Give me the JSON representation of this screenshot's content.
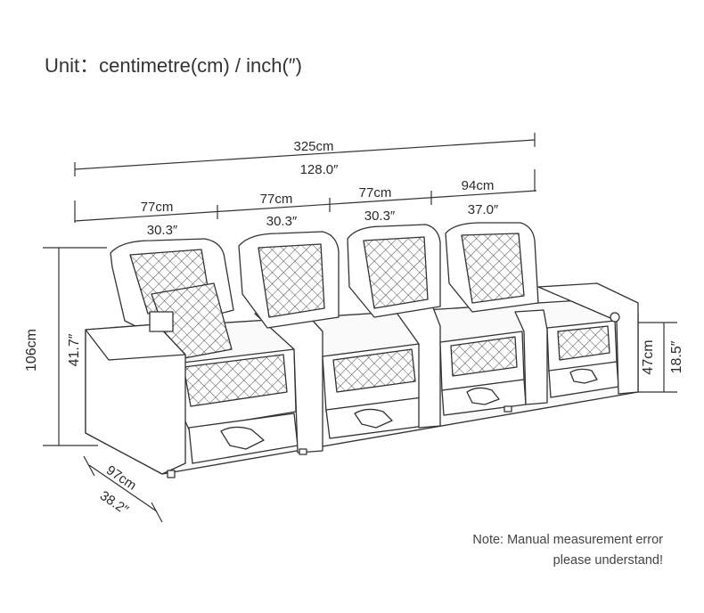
{
  "unit_title": "Unit：centimetre(cm) / inch(″)",
  "overall_width": {
    "cm": "325cm",
    "inch": "128.0″"
  },
  "seat_widths": [
    {
      "cm": "77cm",
      "inch": "30.3″"
    },
    {
      "cm": "77cm",
      "inch": "30.3″"
    },
    {
      "cm": "77cm",
      "inch": "30.3″"
    },
    {
      "cm": "94cm",
      "inch": "37.0″"
    }
  ],
  "height": {
    "cm": "106cm",
    "inch": "41.7″"
  },
  "seat_height": {
    "cm": "47cm",
    "inch": "18.5″"
  },
  "depth": {
    "cm": "97cm",
    "inch": "38.2″"
  },
  "note": {
    "line1": "Note: Manual measurement error",
    "line2": "please understand!"
  }
}
